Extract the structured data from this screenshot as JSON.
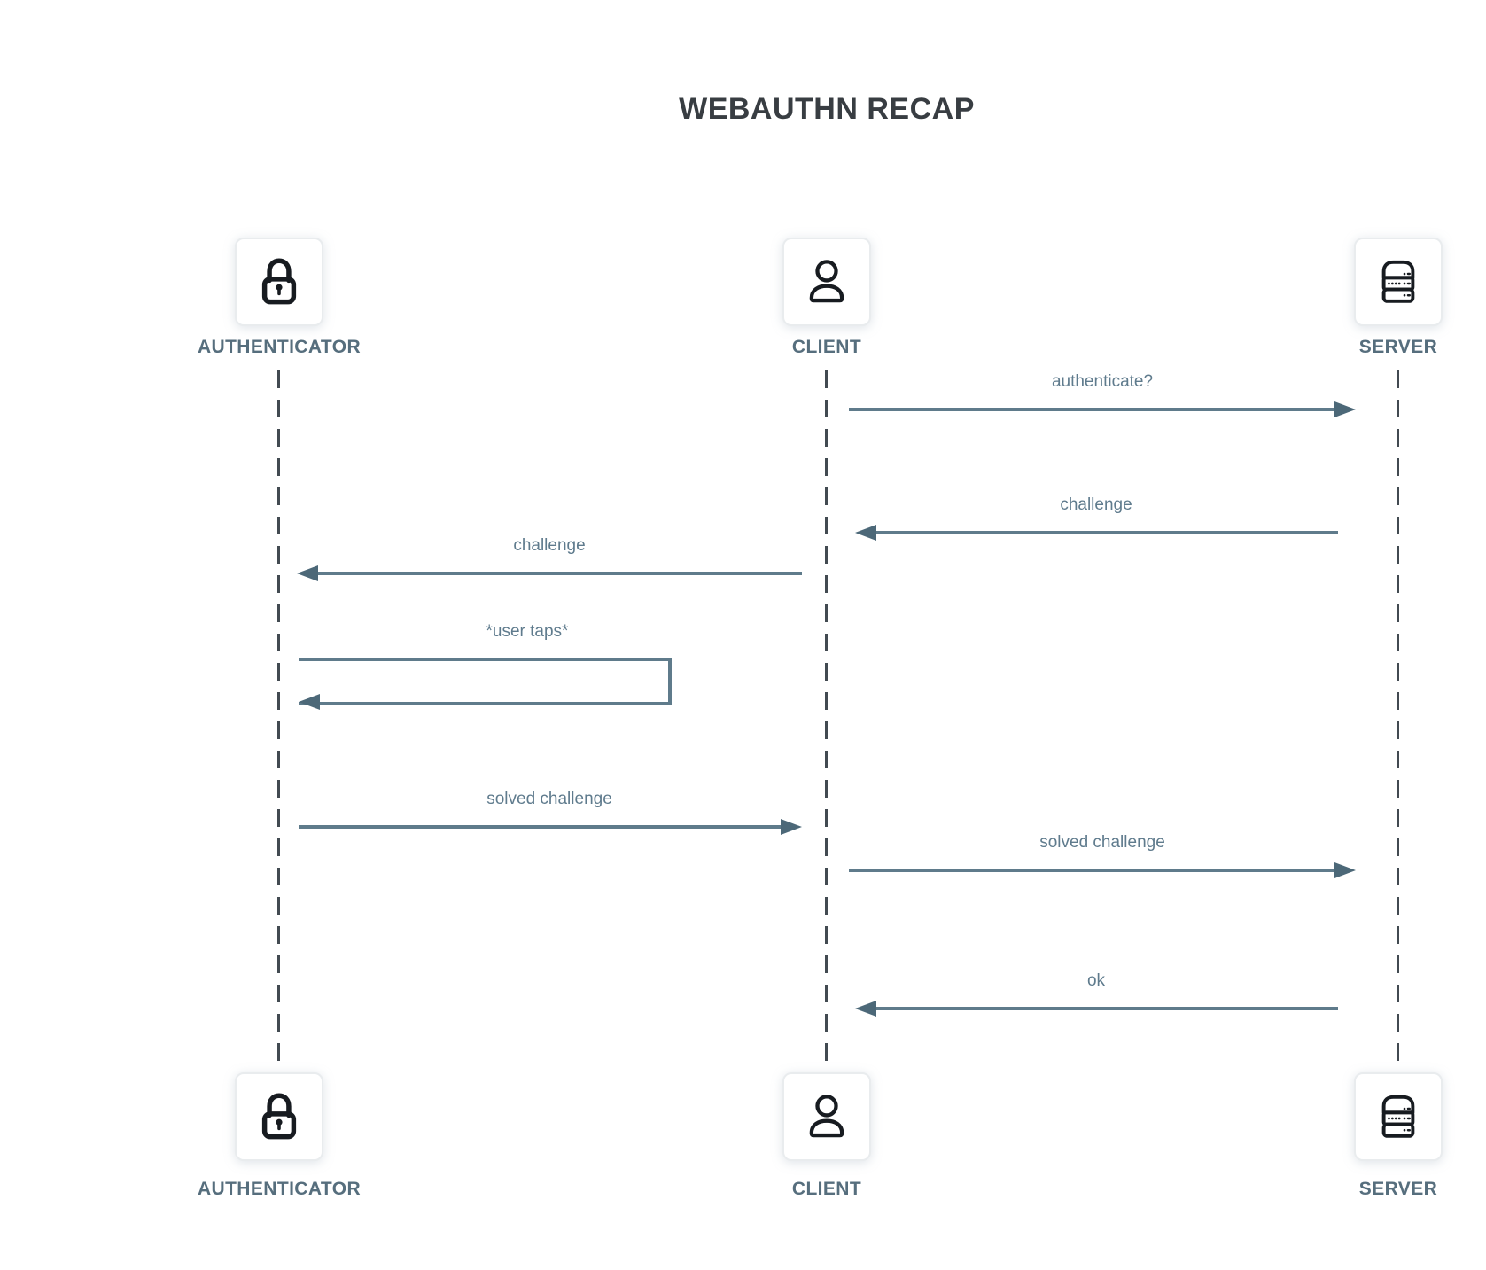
{
  "title": "WEBAUTHN RECAP",
  "colors": {
    "arrow_line": "#5f7b8b",
    "arrow_head": "#4c6878",
    "message_text": "#5f7b8d",
    "actor_caption": "#566e7d",
    "lifeline": "#424a51",
    "icon_stroke": "#171b20",
    "title_text": "#383d42",
    "node_background": "#ffffff",
    "node_border": "#e9ecee"
  },
  "actors": [
    {
      "id": "authenticator",
      "label": "AUTHENTICATOR",
      "icon": "lock-icon"
    },
    {
      "id": "client",
      "label": "CLIENT",
      "icon": "user-icon"
    },
    {
      "id": "server",
      "label": "SERVER",
      "icon": "server-icon"
    }
  ],
  "messages": [
    {
      "label": "authenticate?",
      "from": "CLIENT",
      "to": "SERVER",
      "self_message": false
    },
    {
      "label": "challenge",
      "from": "SERVER",
      "to": "CLIENT",
      "self_message": false
    },
    {
      "label": "challenge",
      "from": "CLIENT",
      "to": "AUTHENTICATOR",
      "self_message": false
    },
    {
      "label": "*user taps*",
      "from": "AUTHENTICATOR",
      "to": "AUTHENTICATOR",
      "self_message": true
    },
    {
      "label": "solved challenge",
      "from": "AUTHENTICATOR",
      "to": "CLIENT",
      "self_message": false
    },
    {
      "label": "solved challenge",
      "from": "CLIENT",
      "to": "SERVER",
      "self_message": false
    },
    {
      "label": "ok",
      "from": "SERVER",
      "to": "CLIENT",
      "self_message": false
    }
  ]
}
